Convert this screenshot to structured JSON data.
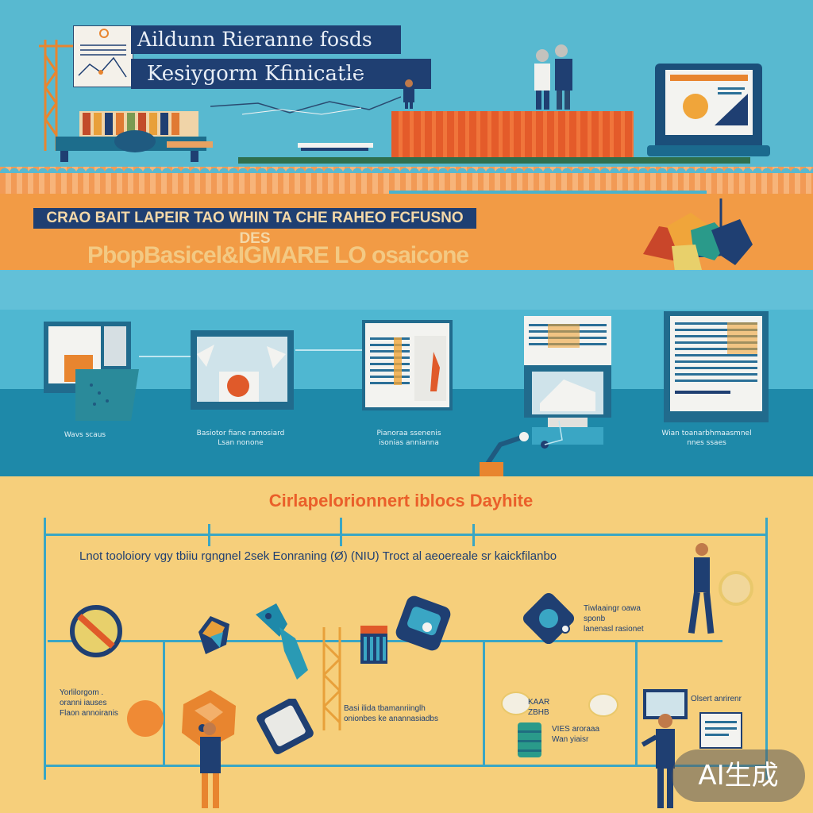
{
  "header": {
    "title_line1": "Aildunn Rieranne fosds",
    "title_line2": "Kesiygorm  Kfinicatle"
  },
  "banner": {
    "heading": "CRAO BAIT LAPEIR TAO WHIN TA CHE RAHEO FCFUSNO DES",
    "subheading": "PbopBasicel&IGMARE LO osaicone"
  },
  "screens": {
    "captions": [
      "Wavs scaus",
      "Basiotor fiane ramosiard\nLsan nonone",
      "Pianoraa ssenenis\nisonias annianna",
      "Wian toanarbhmaasmnel\nnnes ssaes"
    ]
  },
  "timeline": {
    "title": "Cirlapelorionnert iblocs Dayhite",
    "subtitle": "Lnot tooloiory    vgy tbiiu rgngnel 2sek Eonraning    (Ø) (NIU) Troct al aeoereale sr kaickfilanbo",
    "notes": {
      "left": "Yorlilorgom .\noranni iauses\nFlaon annoiranis",
      "center": "Basi ilida tbamanriinglh\nonionbes ke anannasiadbs",
      "right1": "Tiwlaaingr oawa sponb\nlanenasl rasionet",
      "right2": "Olsert anrirenr",
      "small": "VIES aroraaa\nWan yiaisr",
      "tiny": "KAAR\nZBHB"
    }
  },
  "watermark": "AI生成",
  "colors": {
    "sky": "#58b9d0",
    "navy": "#1f3f72",
    "orange": "#f29b45",
    "teal_dark": "#1e89a9",
    "sand": "#f6cf7b",
    "accent_red": "#ea5f2a"
  }
}
